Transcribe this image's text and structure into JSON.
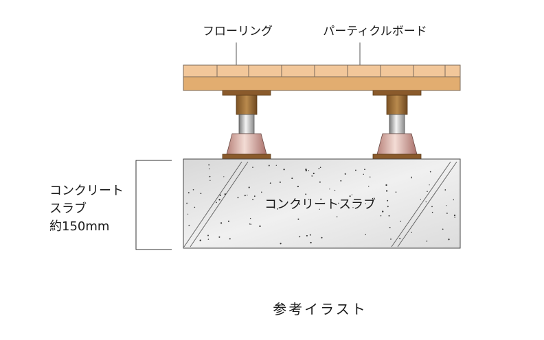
{
  "labels": {
    "flooring": "フローリング",
    "particleboard": "パーティクルボード",
    "slab_side_line1": "コンクリート",
    "slab_side_line2": "スラブ",
    "slab_side_line3": "約150mm",
    "slab_center": "コンクリートスラブ",
    "caption": "参考イラスト"
  },
  "colors": {
    "flooring": "#f2c79a",
    "particleboard": "#e2ad70",
    "bracket": "#8a5a2b",
    "bolt_brown": "#a9743a",
    "rubber_pad": "#c98f86",
    "slab": "#e4e4e4"
  }
}
